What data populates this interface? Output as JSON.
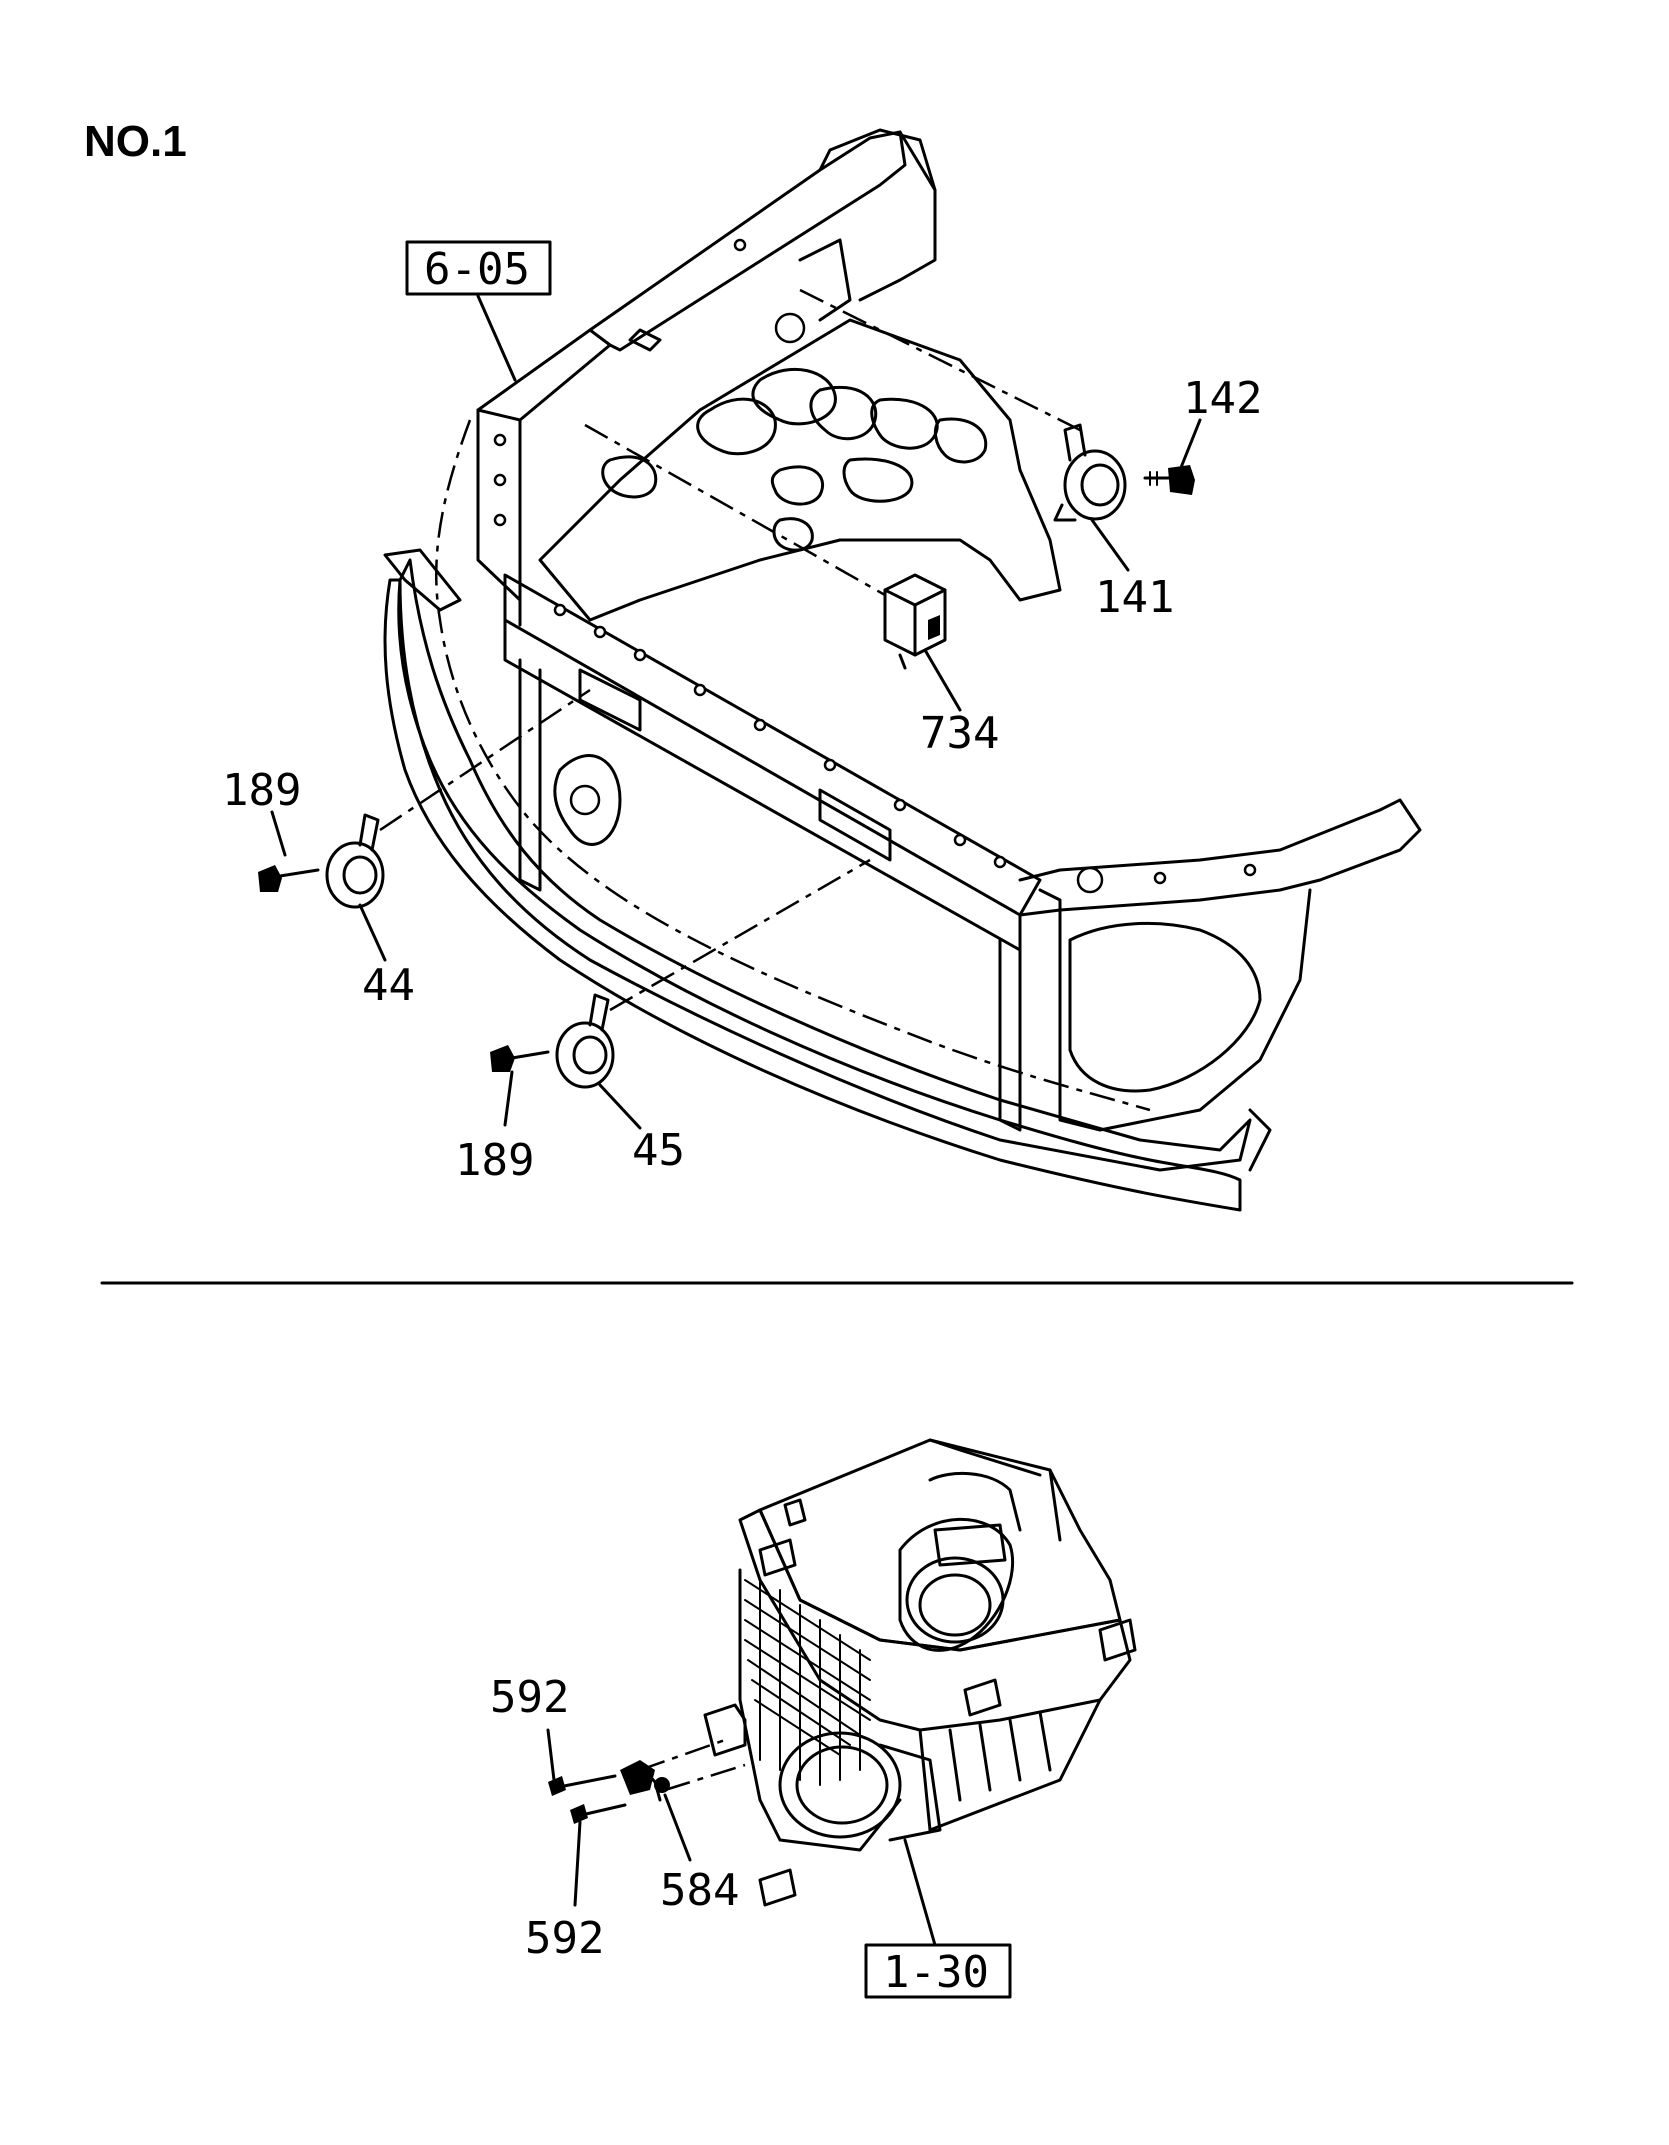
{
  "title": "NO.1",
  "reference_boxes": {
    "top": "6-05",
    "bottom": "1-30"
  },
  "callouts": {
    "c142": "142",
    "c141": "141",
    "c734": "734",
    "c189_top": "189",
    "c44": "44",
    "c189_bottom": "189",
    "c45": "45",
    "c592_top": "592",
    "c584": "584",
    "c592_bottom": "592"
  }
}
